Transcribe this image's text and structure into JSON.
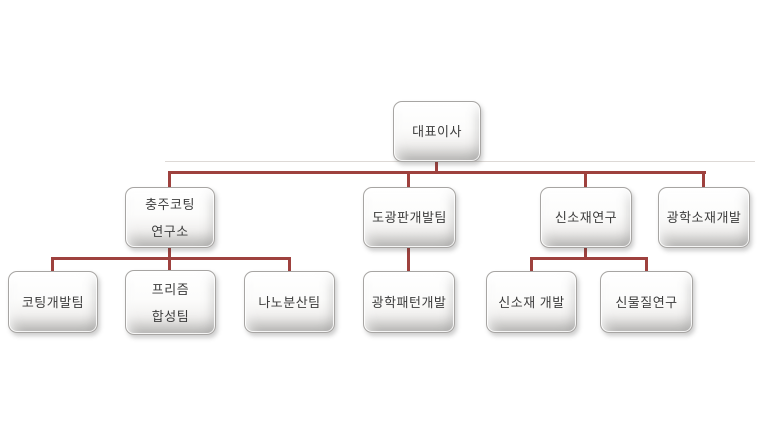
{
  "colors": {
    "connector": "#9E413E",
    "node_border": "#a7a5a3",
    "node_text": "#3d3d3d",
    "faint_line": "#ddd9d6",
    "background": "#ffffff"
  },
  "nodes": {
    "ceo": {
      "line1": "대표이사"
    },
    "coating_lab": {
      "line1": "충주코팅",
      "line2": "연구소"
    },
    "lgp_dev_team": {
      "line1": "도광판개발팀"
    },
    "new_material_research": {
      "line1": "신소재연구"
    },
    "optical_material_dev": {
      "line1": "광학소재개발"
    },
    "coating_dev_team": {
      "line1": "코팅개발팀"
    },
    "prism_synthesis_team": {
      "line1": "프리즘",
      "line2": "합성팀"
    },
    "nano_dispersion_team": {
      "line1": "나노분산팀"
    },
    "optical_pattern_dev": {
      "line1": "광학패턴개발"
    },
    "new_material_dev": {
      "line1": "신소재 개발"
    },
    "new_substance_research": {
      "line1": "신물질연구"
    }
  },
  "hierarchy": {
    "대표이사": [
      "충주코팅 연구소",
      "도광판개발팀",
      "신소재연구",
      "광학소재개발"
    ],
    "충주코팅 연구소": [
      "코팅개발팀",
      "프리즘 합성팀",
      "나노분산팀"
    ],
    "도광판개발팀": [
      "광학패턴개발"
    ],
    "신소재연구": [
      "신소재 개발",
      "신물질연구"
    ],
    "광학소재개발": []
  }
}
